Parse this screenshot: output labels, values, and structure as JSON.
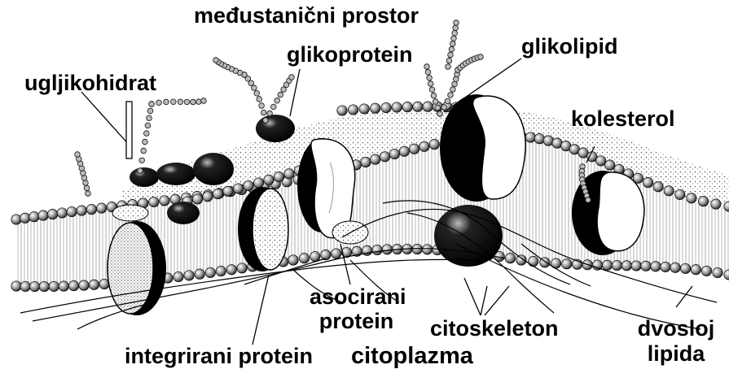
{
  "labels": {
    "intercellular_space": "međustanični prostor",
    "glycoprotein": "glikoprotein",
    "glycolipid": "glikolipid",
    "carbohydrate": "ugljikohidrat",
    "cholesterol": "kolesterol",
    "associated_protein_line1": "asocirani",
    "associated_protein_line2": "protein",
    "cytoskeleton": "citoskeleton",
    "integral_protein": "integrirani protein",
    "cytoplasm": "citoplazma",
    "lipid_bilayer_line1": "dvosloj",
    "lipid_bilayer_line2": "lipida"
  }
}
